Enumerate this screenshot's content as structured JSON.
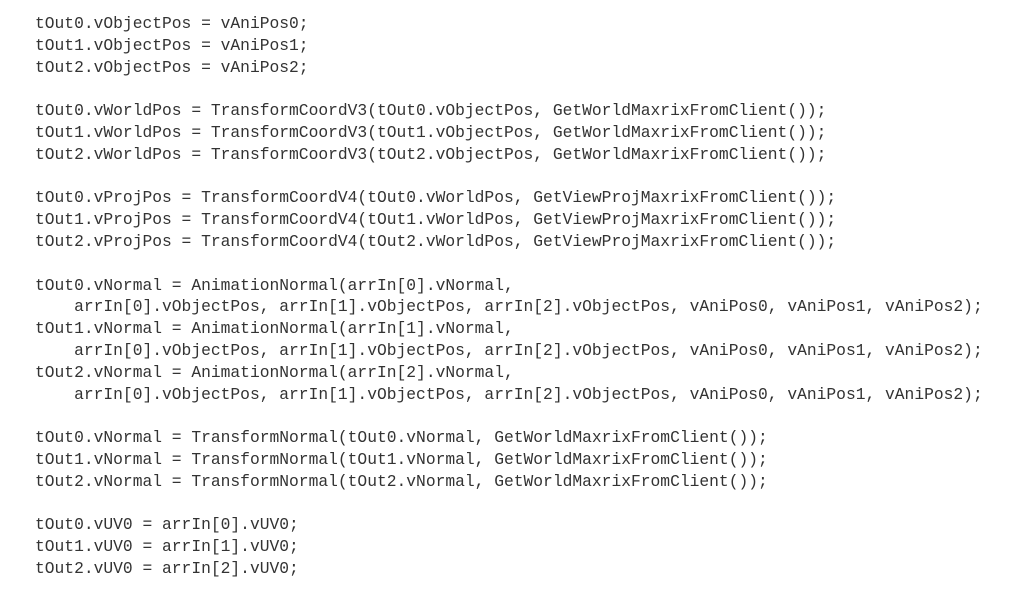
{
  "code_lines": [
    "tOut0.vObjectPos = vAniPos0;",
    "tOut1.vObjectPos = vAniPos1;",
    "tOut2.vObjectPos = vAniPos2;",
    "",
    "tOut0.vWorldPos = TransformCoordV3(tOut0.vObjectPos, GetWorldMaxrixFromClient());",
    "tOut1.vWorldPos = TransformCoordV3(tOut1.vObjectPos, GetWorldMaxrixFromClient());",
    "tOut2.vWorldPos = TransformCoordV3(tOut2.vObjectPos, GetWorldMaxrixFromClient());",
    "",
    "tOut0.vProjPos = TransformCoordV4(tOut0.vWorldPos, GetViewProjMaxrixFromClient());",
    "tOut1.vProjPos = TransformCoordV4(tOut1.vWorldPos, GetViewProjMaxrixFromClient());",
    "tOut2.vProjPos = TransformCoordV4(tOut2.vWorldPos, GetViewProjMaxrixFromClient());",
    "",
    "tOut0.vNormal = AnimationNormal(arrIn[0].vNormal,",
    "    arrIn[0].vObjectPos, arrIn[1].vObjectPos, arrIn[2].vObjectPos, vAniPos0, vAniPos1, vAniPos2);",
    "tOut1.vNormal = AnimationNormal(arrIn[1].vNormal,",
    "    arrIn[0].vObjectPos, arrIn[1].vObjectPos, arrIn[2].vObjectPos, vAniPos0, vAniPos1, vAniPos2);",
    "tOut2.vNormal = AnimationNormal(arrIn[2].vNormal,",
    "    arrIn[0].vObjectPos, arrIn[1].vObjectPos, arrIn[2].vObjectPos, vAniPos0, vAniPos1, vAniPos2);",
    "",
    "tOut0.vNormal = TransformNormal(tOut0.vNormal, GetWorldMaxrixFromClient());",
    "tOut1.vNormal = TransformNormal(tOut1.vNormal, GetWorldMaxrixFromClient());",
    "tOut2.vNormal = TransformNormal(tOut2.vNormal, GetWorldMaxrixFromClient());",
    "",
    "tOut0.vUV0 = arrIn[0].vUV0;",
    "tOut1.vUV0 = arrIn[1].vUV0;",
    "tOut2.vUV0 = arrIn[2].vUV0;"
  ]
}
